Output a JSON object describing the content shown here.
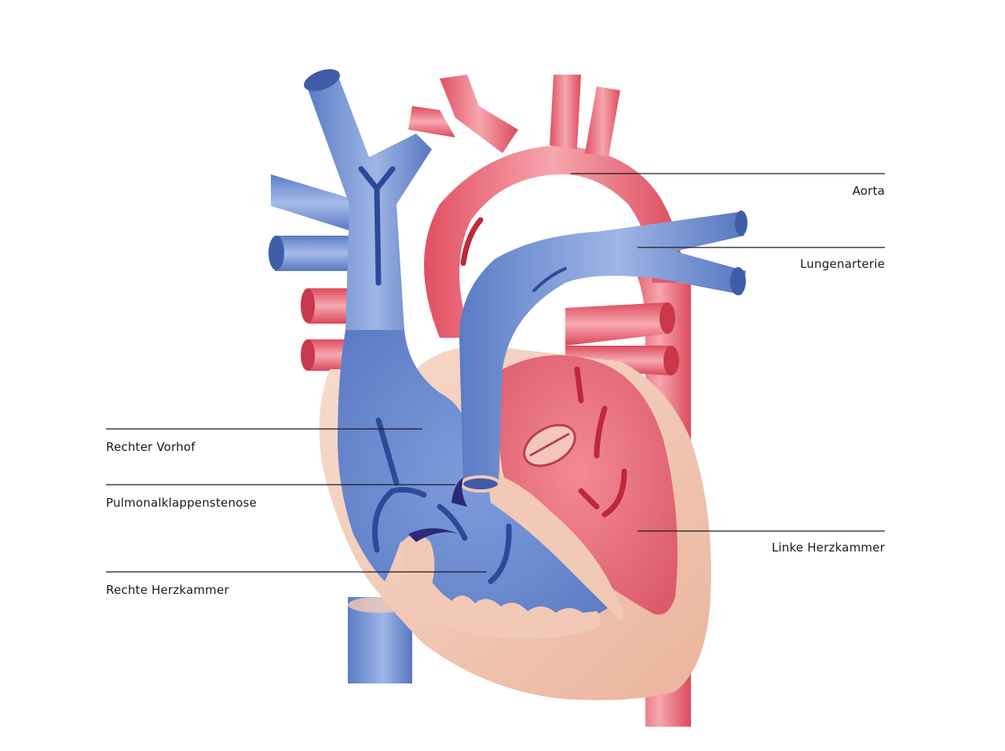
{
  "labels": {
    "aorta": "Aorta",
    "pulmonary_artery": "Lungenarterie",
    "right_atrium": "Rechter Vorhof",
    "pulmonary_valve_stenosis": "Pulmonalklappenstenose",
    "right_ventricle": "Rechte Herzkammer",
    "left_ventricle": "Linke Herzkammer"
  },
  "colors": {
    "oxygenated_blood": "#e8606e",
    "deoxygenated_blood": "#6f8fd0",
    "heart_tissue": "#f2c9b6",
    "flow_arrow_blue": "#2c4a9a",
    "flow_arrow_red": "#c0283a",
    "stenosis_valve": "#2a2a78",
    "leader_line": "#1a1a1a"
  }
}
